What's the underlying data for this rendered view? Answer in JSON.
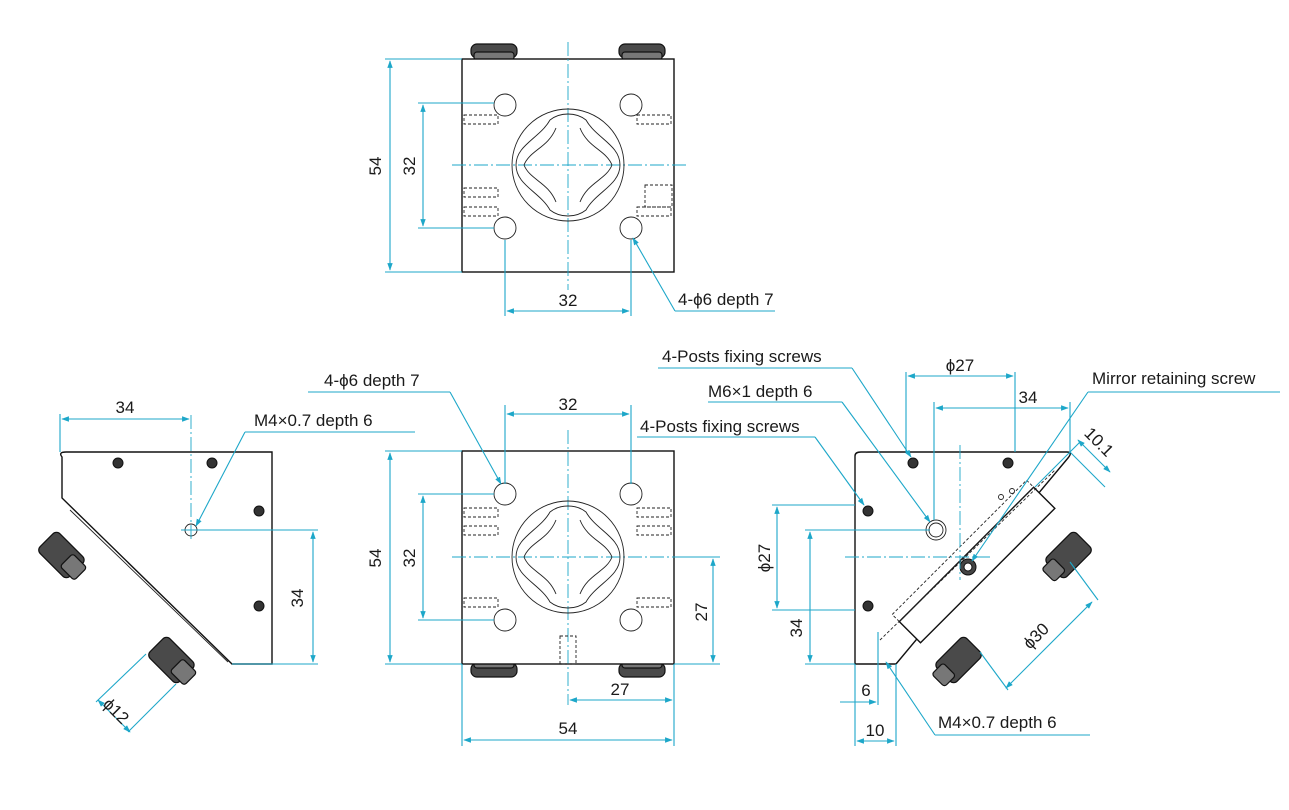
{
  "top_view": {
    "dim_height": "54",
    "dim_hole_pitch_v": "32",
    "dim_hole_pitch_h": "32",
    "hole_callout": "4-ϕ6 depth 7"
  },
  "front_view": {
    "hole_callout": "4-ϕ6 depth 7",
    "posts_screws": "4-Posts fixing screws",
    "dim_top_pitch": "32",
    "dim_height": "54",
    "dim_hole_pitch_v": "32",
    "dim_right_27": "27",
    "dim_bottom_27": "27",
    "dim_width": "54"
  },
  "left_view": {
    "dim_34_top": "34",
    "tap_callout": "M4×0.7 depth 6",
    "dim_34_right": "34",
    "dim_dia12": "ϕ12"
  },
  "right_view": {
    "posts_screws": "4-Posts fixing screws",
    "m6_callout": "M6×1 depth 6",
    "dia27_top": "ϕ27",
    "mirror_screw": "Mirror retaining screw",
    "dim_34_top": "34",
    "dim_10_1": "10.1",
    "dia27_left": "ϕ27",
    "dim_34_left": "34",
    "dia30": "ϕ30",
    "dim_6": "6",
    "dim_10": "10",
    "tap_callout": "M4×0.7 depth 6"
  },
  "colors": {
    "dimension_line": "#1da7c9",
    "outline": "#111111"
  }
}
